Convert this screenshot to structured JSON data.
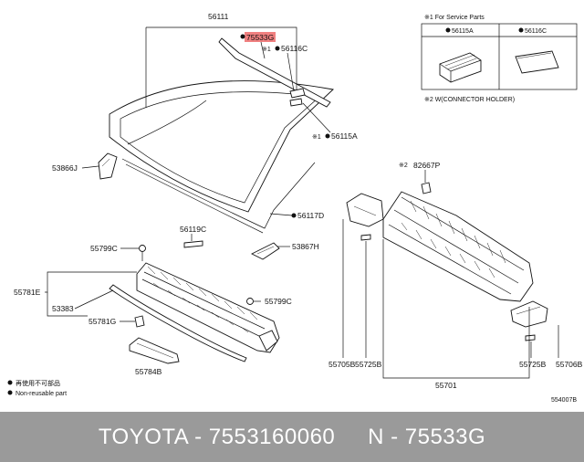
{
  "labels": {
    "p56111": "56111",
    "p75533G": "75533G",
    "p56116C": "56116C",
    "p56115A": "56115A",
    "p53866J": "53866J",
    "p56117D": "56117D",
    "p56119C": "56119C",
    "p53867H": "53867H",
    "p55799C_a": "55799C",
    "p55799C_b": "55799C",
    "p55781E": "55781E",
    "p53383": "53383",
    "p55781G": "55781G",
    "p55784B": "55784B",
    "p82667P": "82667P",
    "p55705B": "55705B",
    "p55725B_a": "55725B",
    "p55701": "55701",
    "p55725B_b": "55725B",
    "p55706B": "55706B",
    "mark1": "※1",
    "mark2": "※2",
    "code": "554007B"
  },
  "service": {
    "title": "※1 For Service Parts",
    "col1": "56115A",
    "col2": "56116C",
    "note": "※2 W(CONNECTOR HOLDER)"
  },
  "legend": {
    "jp": "再使用不可部品",
    "en": "Non-reusable part"
  },
  "footer": {
    "text": "TOYOTA - 7553160060     N - 75533G"
  },
  "colors": {
    "highlight": "#f08080",
    "footer_bg": "#9a9a9a"
  }
}
